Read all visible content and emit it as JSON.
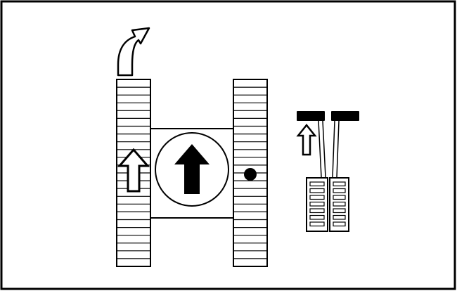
{
  "diagram": {
    "subject": "crawler-steering-right-turn",
    "colors": {
      "stroke": "#000000",
      "fill": "#ffffff",
      "ink": "#000000"
    },
    "icons": {
      "turn": "curved-arrow-right-icon",
      "forward_track": "arrow-up-outline-icon",
      "machine_direction": "arrow-up-filled-icon",
      "pivot": "pivot-dot-icon",
      "push_lever": "arrow-up-outline-icon"
    },
    "track_segments": 24,
    "active_lever": "left",
    "levers": [
      "left",
      "right"
    ]
  }
}
